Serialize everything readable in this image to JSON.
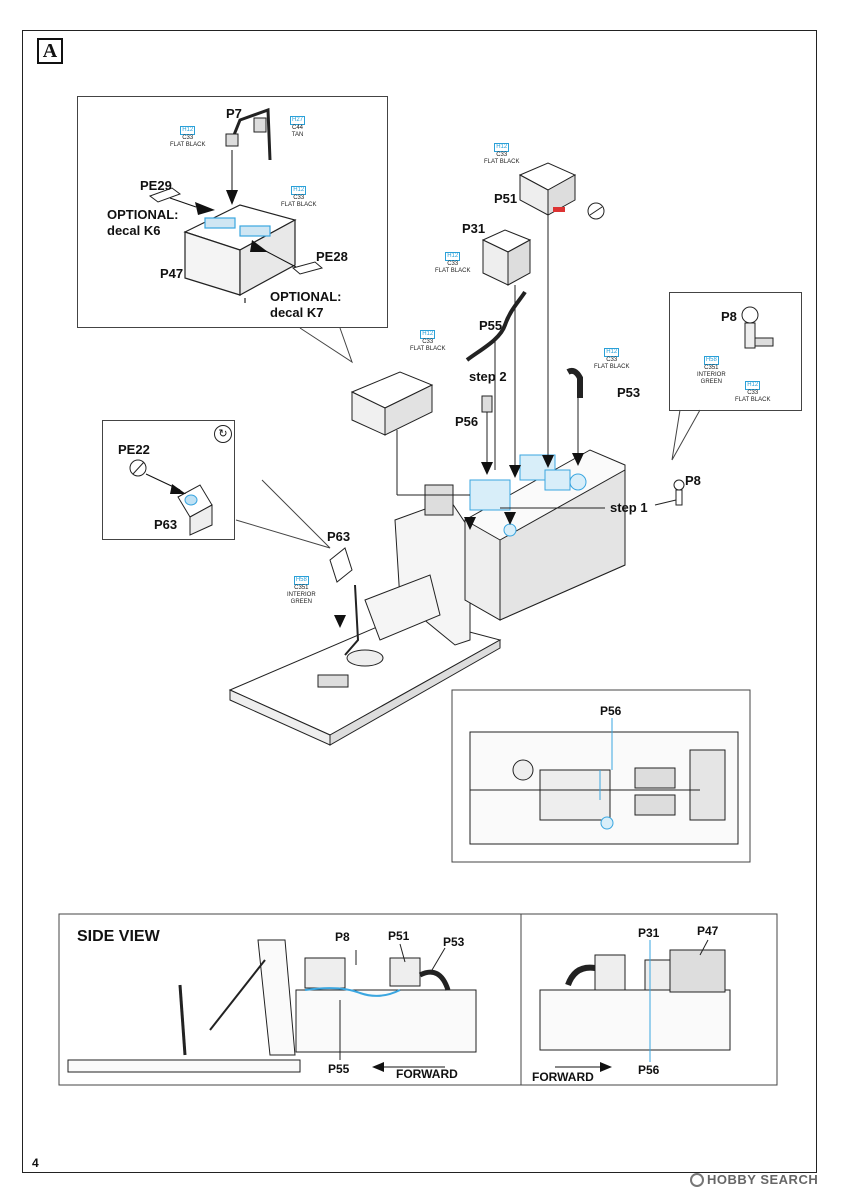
{
  "step_badge": "A",
  "page_number": "4",
  "watermark": "HOBBY SEARCH",
  "parts": {
    "p7": "P7",
    "pe29": "PE29",
    "pe28": "PE28",
    "p47": "P47",
    "p51": "P51",
    "p31": "P31",
    "p55": "P55",
    "p56": "P56",
    "p53": "P53",
    "p8": "P8",
    "pe22": "PE22",
    "p63": "P63"
  },
  "optional": {
    "k6_line1": "OPTIONAL:",
    "k6_line2": "decal K6",
    "k7_line1": "OPTIONAL:",
    "k7_line2": "decal K7"
  },
  "steps": {
    "step1": "step 1",
    "step2": "step 2"
  },
  "paints": {
    "black": {
      "h": "H12",
      "c": "C33",
      "name": "FLAT BLACK"
    },
    "tan": {
      "h": "H27",
      "c": "C44",
      "name": "TAN"
    },
    "green": {
      "h": "H58",
      "c": "C351",
      "name_line1": "INTERIOR",
      "name_line2": "GREEN"
    }
  },
  "side_view": {
    "title": "SIDE VIEW",
    "labels": {
      "p8": "P8",
      "p51": "P51",
      "p53": "P53",
      "p55": "P55",
      "p31": "P31",
      "p47": "P47",
      "p56": "P56"
    },
    "forward": "FORWARD"
  },
  "colors": {
    "paint_box": "#2aa0d8",
    "highlight": "#3aa6e0",
    "alert_red": "#d33"
  }
}
